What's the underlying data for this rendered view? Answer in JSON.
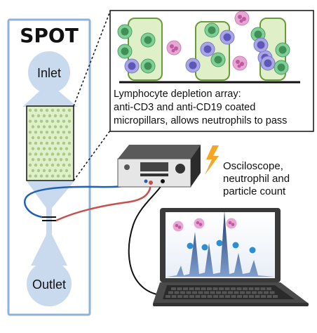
{
  "device": {
    "title": "SPOT",
    "inlet_label": "Inlet",
    "outlet_label": "Outlet"
  },
  "callout": {
    "line1": "Lymphocyte depletion array:",
    "line2": "anti-CD3 and anti-CD19 coated",
    "line3": "micropillars, allows neutrophils to pass"
  },
  "oscilloscope": {
    "line1": "Osciloscope,",
    "line2": "neutrophil and",
    "line3": "particle count"
  },
  "icons": [
    "lightning-icon",
    "oscilloscope-icon",
    "laptop-icon",
    "neutrophil-icon",
    "lymphocyte-icon",
    "particle-icon"
  ],
  "colors": {
    "device_fill": "#c9d9ee",
    "device_stroke": "#8fb2dd",
    "pillar_fill": "#dff0c9",
    "pillar_stroke": "#6a9a3c",
    "lymphocyte": "#7fcf96",
    "lymphocyte_alt": "#a9a6e6",
    "neutrophil": "#e6a7d3",
    "lightning": "#f5a623",
    "wire_blue": "#1f5fb4",
    "wire_red": "#c8504c",
    "peak_dark": "#1f3a6b",
    "particle": "#2c8fd1"
  }
}
